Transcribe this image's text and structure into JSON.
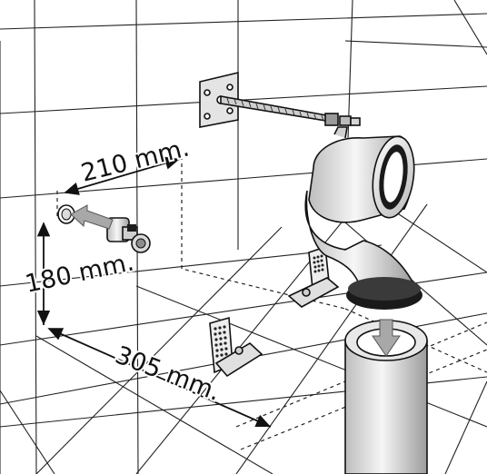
{
  "dimensions": {
    "width_label": "210 mm.",
    "height_label": "180 mm.",
    "depth_label": "305 mm."
  },
  "colors": {
    "ink": "#111111",
    "tile_grout": "#222222",
    "wall_grey": "#f2f2f2",
    "part_grey": "#e6e6e6",
    "gasket_black": "#1a1a1a",
    "arrow_grey": "#a8a8a8"
  }
}
